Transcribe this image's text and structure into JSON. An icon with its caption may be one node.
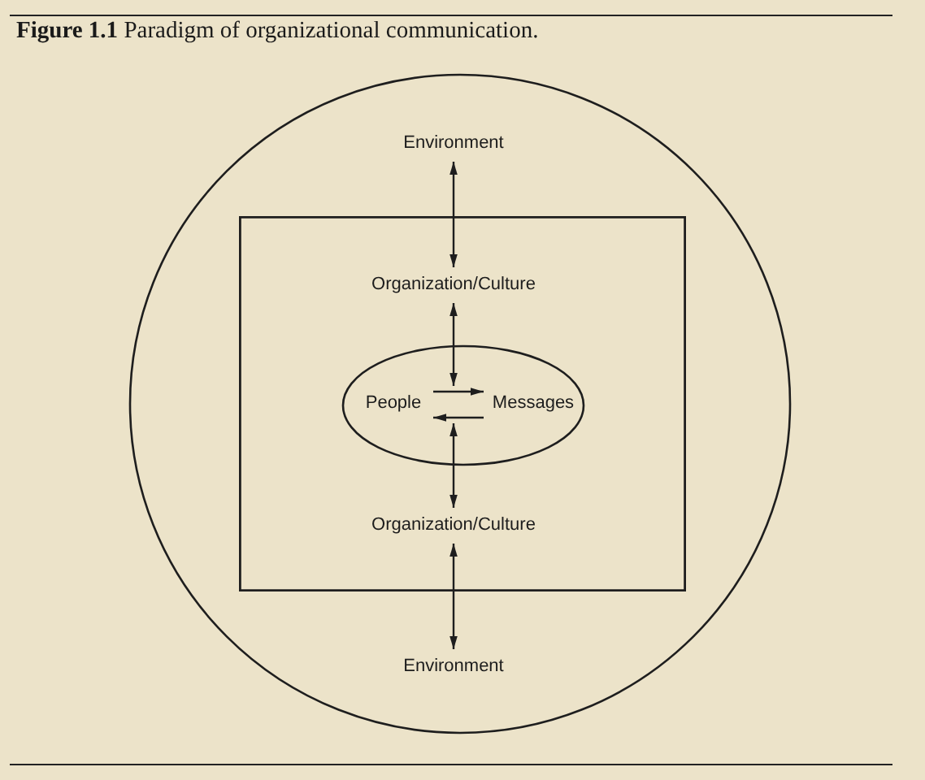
{
  "diagram": {
    "title": "**Figure 1.1** Paradigm of organizational communication.",
    "nodes": [
      {
        "text": [],
        "shape": "circle"
      },
      {
        "text": [
          "Environment"
        ],
        "in": 0
      },
      {
        "text": [],
        "shape": "box",
        "in": 0
      },
      {
        "text": [
          "Organization/Culture"
        ],
        "in": 2
      },
      {
        "text": [],
        "shape": "ellipse",
        "in": 2
      },
      {
        "text": [
          "People"
        ],
        "in": 4
      },
      {
        "text": [
          "Messages"
        ],
        "in": 4
      },
      {
        "text": [
          "Organization/Culture"
        ],
        "in": 2
      },
      {
        "text": [
          "Environment"
        ],
        "in": 0
      }
    ],
    "edges": [
      {
        "from": 1,
        "to": 3,
        "arrow": "both"
      },
      {
        "from": 3,
        "to": 4,
        "arrow": "both"
      },
      {
        "from": 5,
        "to": 6,
        "arrow": "to"
      },
      {
        "from": 6,
        "to": 5,
        "arrow": "to"
      },
      {
        "from": 4,
        "to": 7,
        "arrow": "both"
      },
      {
        "from": 7,
        "to": 8,
        "arrow": "both"
      }
    ]
  }
}
